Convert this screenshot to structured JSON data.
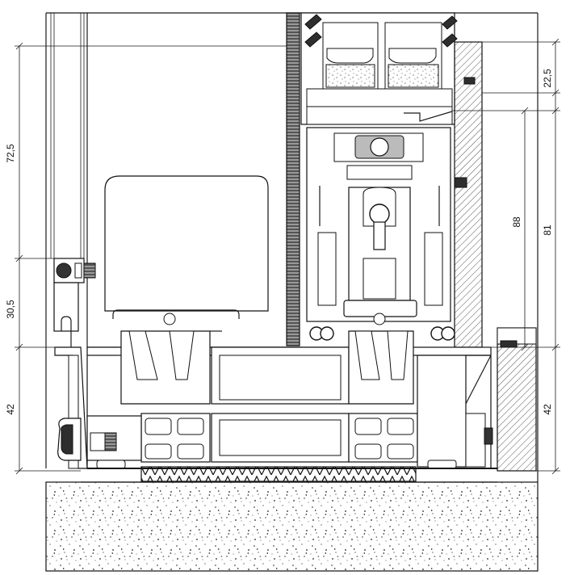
{
  "dimensions": {
    "left_top": "72,5",
    "left_mid": "30,5",
    "left_bottom": "42",
    "right_top": "22,5",
    "right_inner": "88",
    "right_outer": "81",
    "right_bottom": "42"
  }
}
